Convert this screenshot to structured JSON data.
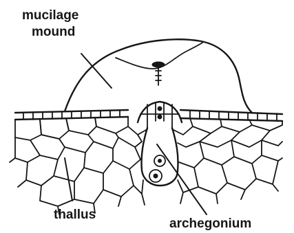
{
  "labels": {
    "mucilage_line1": "mucilage",
    "mucilage_line2": "mound",
    "thallus": "thallus",
    "archegonium": "archegonium"
  },
  "colors": {
    "ink": "#161616",
    "background": "#ffffff"
  }
}
